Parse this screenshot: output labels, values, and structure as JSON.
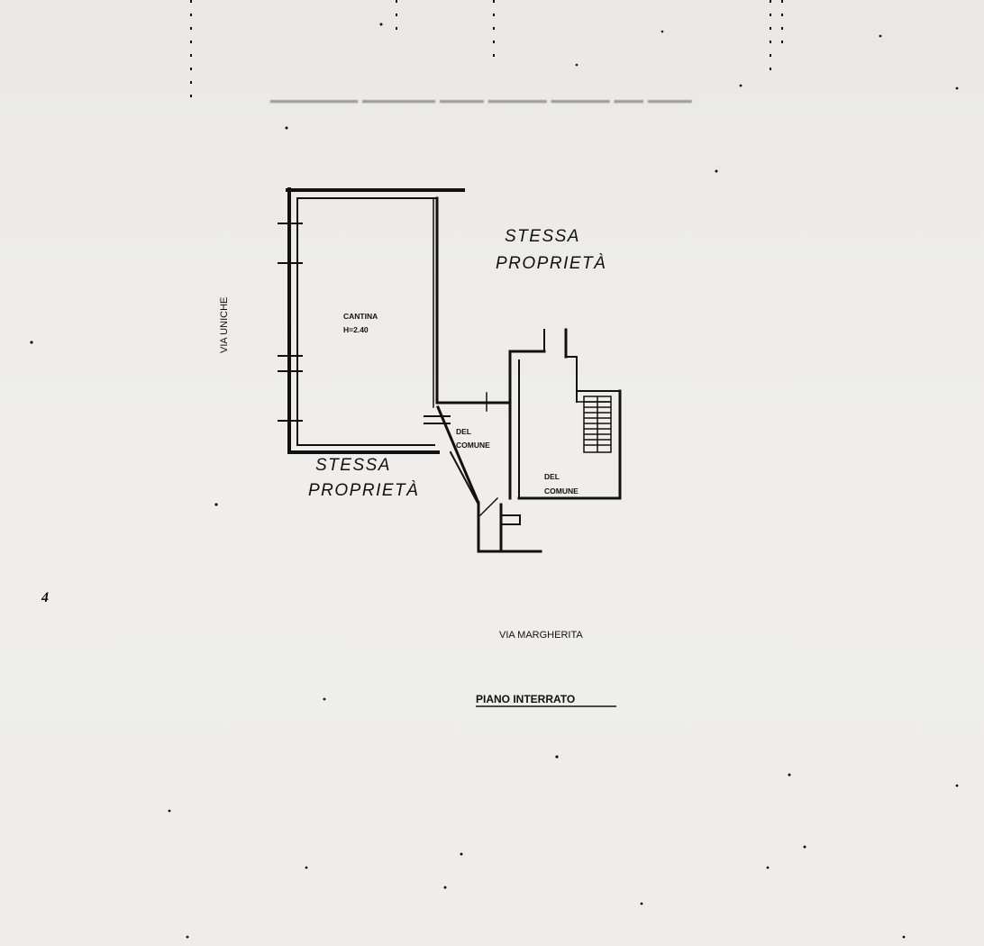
{
  "plan": {
    "upper_right_label": [
      "STESSA",
      "PROPRIETÀ"
    ],
    "lower_left_label": [
      "STESSA",
      "PROPRIETÀ"
    ],
    "cellar_label": [
      "CANTINA",
      "H=2.40"
    ],
    "common_small_label": [
      "DEL",
      "COMUNE"
    ],
    "common_large_label": [
      "DEL",
      "COMUNE"
    ],
    "street_left": "VIA UNICHE",
    "street_bottom": "VIA MARGHERITA",
    "title": "PIANO INTERRATO",
    "margin_mark": "4"
  },
  "colors": {
    "paper": "#ecebe9",
    "ink": "#111111"
  }
}
